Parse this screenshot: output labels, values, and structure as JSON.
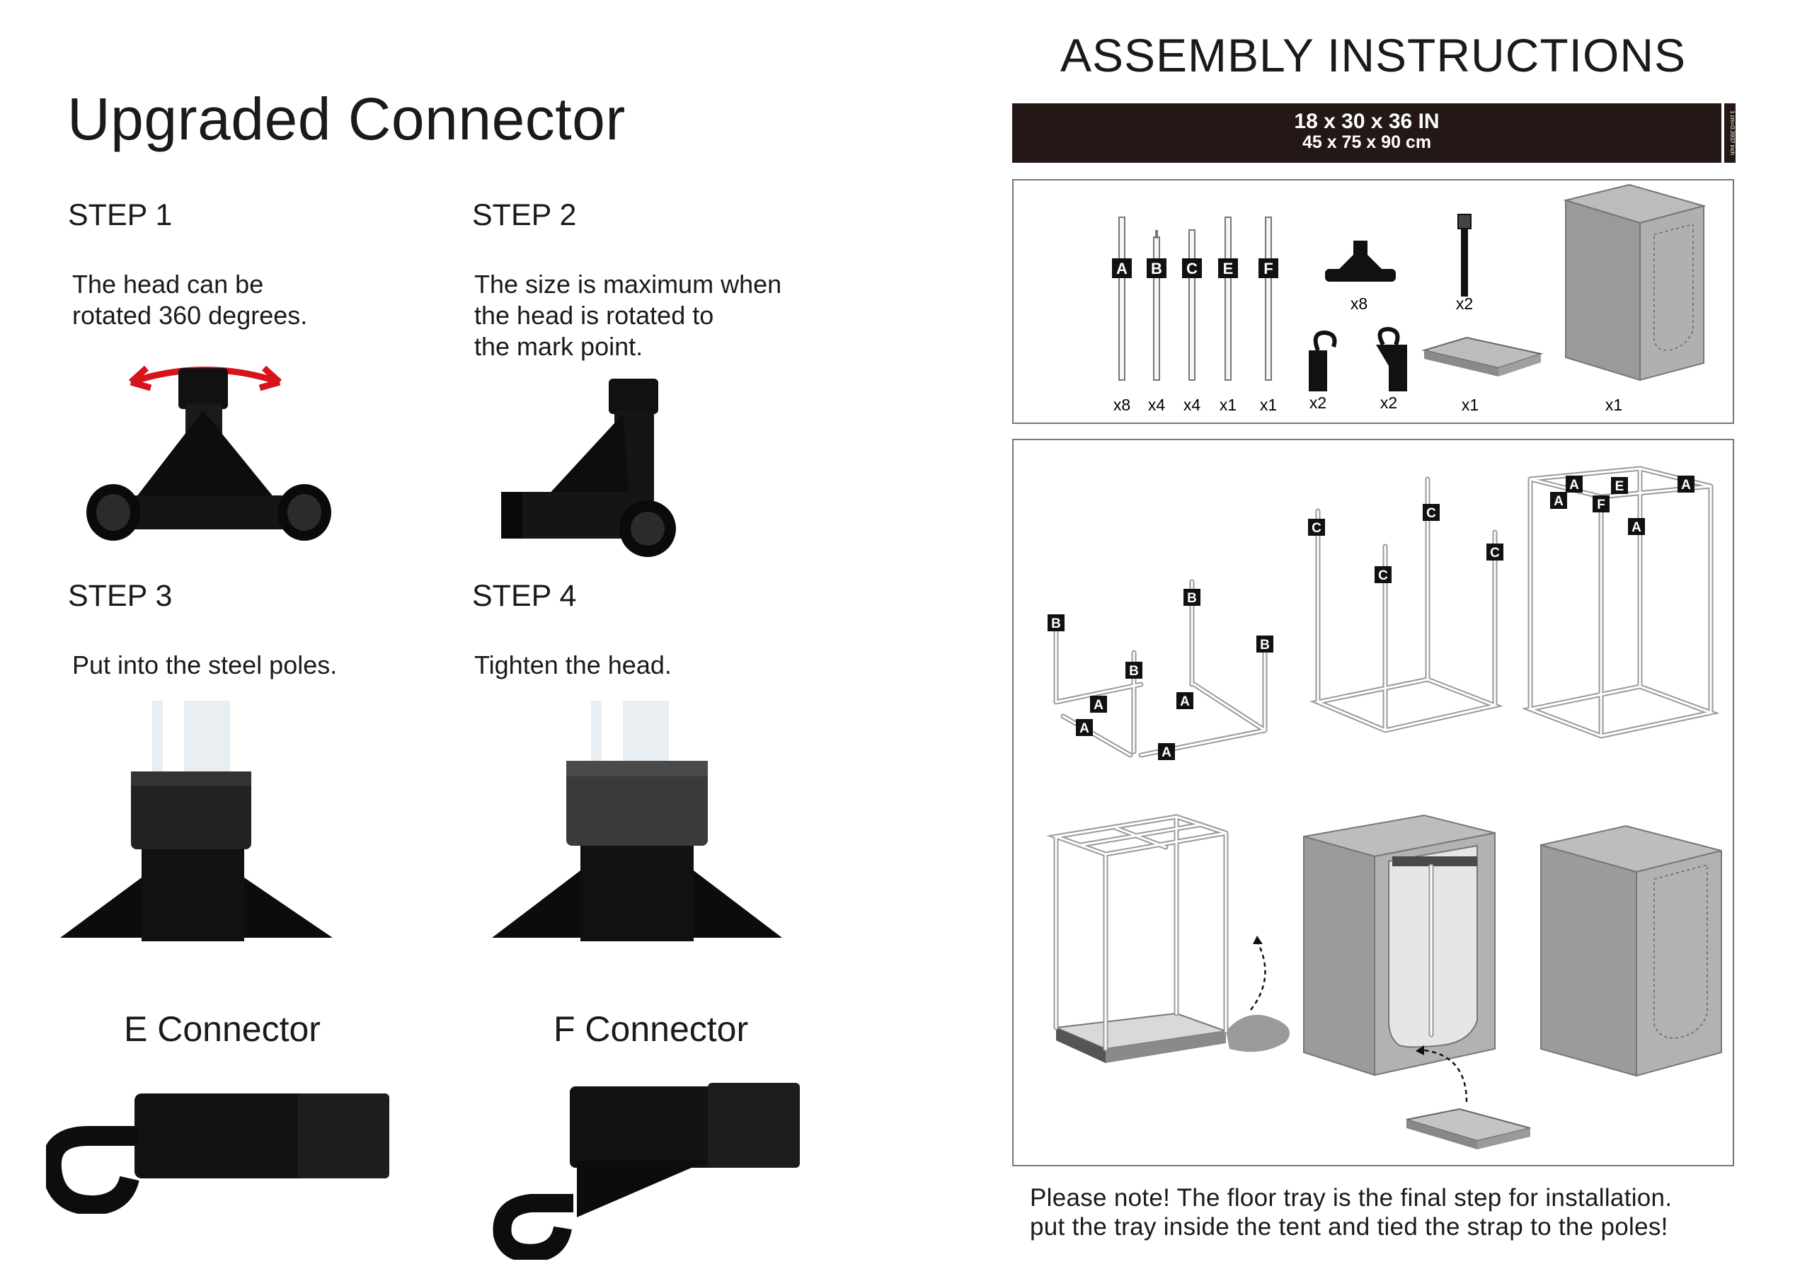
{
  "left": {
    "title": "Upgraded Connector",
    "steps": [
      {
        "heading": "STEP 1",
        "text_lines": [
          "The head can be",
          "rotated 360 degrees."
        ]
      },
      {
        "heading": "STEP 2",
        "text_lines": [
          "The size is maximum when",
          "the head is rotated to",
          "the mark point."
        ]
      },
      {
        "heading": "STEP 3",
        "text_lines": [
          "Put into the steel poles."
        ]
      },
      {
        "heading": "STEP 4",
        "text_lines": [
          "Tighten the head."
        ]
      }
    ],
    "connectors": [
      {
        "label": "E Connector"
      },
      {
        "label": "F Connector"
      }
    ]
  },
  "right": {
    "title": "ASSEMBLY INSTRUCTIONS",
    "size_in": "18 x 30 x 36 IN",
    "size_cm": "45 x 75 x 90 cm",
    "size_tag": "1 cm=0.3937 inch",
    "parts": {
      "poles": [
        {
          "letter": "A",
          "qty": "x8"
        },
        {
          "letter": "B",
          "qty": "x4"
        },
        {
          "letter": "C",
          "qty": "x4"
        },
        {
          "letter": "E",
          "qty": "x1"
        },
        {
          "letter": "F",
          "qty": "x1"
        }
      ],
      "corner_connector_qty": "x8",
      "strap_qty": "x2",
      "e_connector_qty": "x2",
      "f_connector_qty": "x2",
      "tray_qty": "x1",
      "tent_qty": "x1"
    },
    "diagram_labels": {
      "base_frame": [
        "A",
        "A",
        "A",
        "A",
        "B",
        "B",
        "B",
        "B"
      ],
      "upright_poles": [
        "C",
        "C",
        "C",
        "C"
      ],
      "top_frame": [
        "A",
        "E",
        "A",
        "A",
        "F",
        "A"
      ]
    },
    "note_lines": [
      "Please note! The floor tray is the final step for installation.",
      "put the tray inside the tent and tied the strap to the poles!"
    ]
  },
  "colors": {
    "dark_bar": "#231815",
    "arrow_red": "#d7141b",
    "tent_gray": "#9b9b9b",
    "pole_white": "#f2f2f2"
  }
}
